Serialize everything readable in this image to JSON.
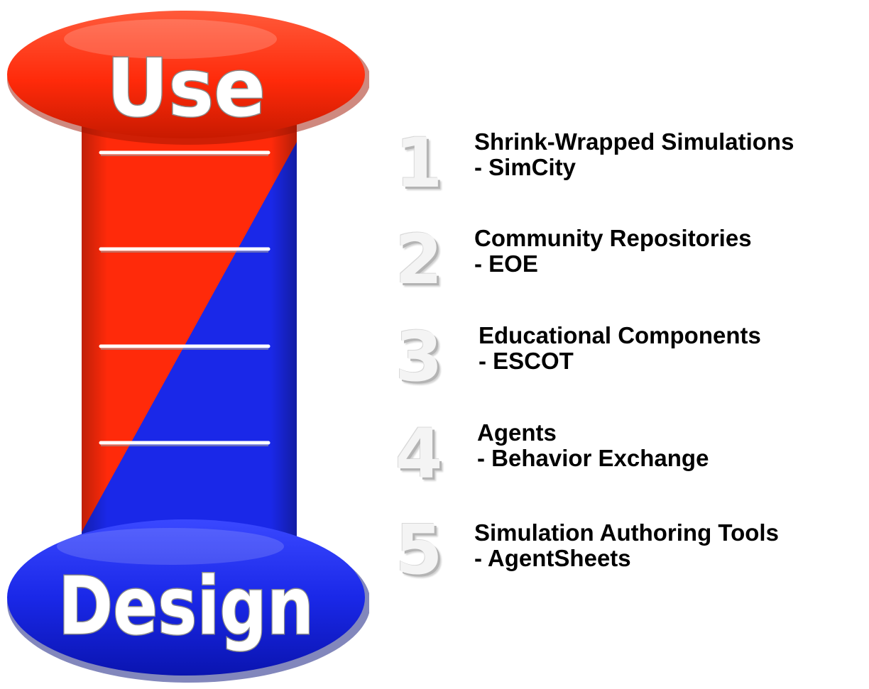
{
  "scale": {
    "top_label": "Use",
    "bottom_label": "Design",
    "top_color": "#ff2a0a",
    "bottom_color": "#1a28e8"
  },
  "levels": [
    {
      "number": "1",
      "title": "Shrink-Wrapped Simulations",
      "example": "- SimCity"
    },
    {
      "number": "2",
      "title": "Community Repositories",
      "example": "- EOE"
    },
    {
      "number": "3",
      "title": "Educational Components",
      "example": "- ESCOT"
    },
    {
      "number": "4",
      "title": "Agents",
      "example": "- Behavior Exchange"
    },
    {
      "number": "5",
      "title": "Simulation Authoring Tools",
      "example": "- AgentSheets"
    }
  ]
}
